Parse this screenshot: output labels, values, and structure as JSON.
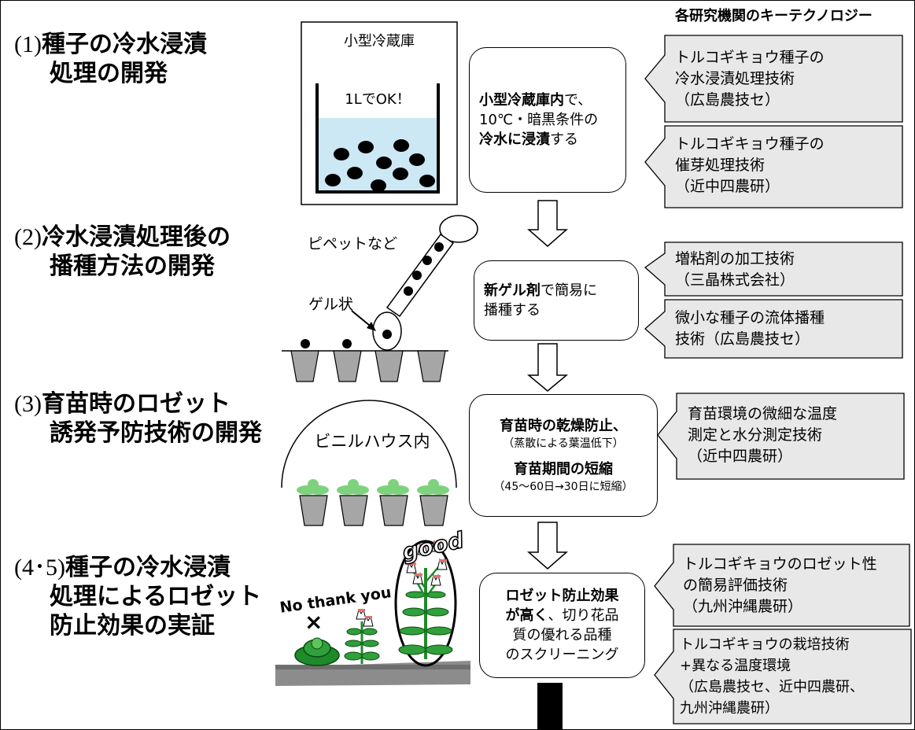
{
  "header": {
    "key_tech_title": "各研究機関のキーテクノロジー"
  },
  "steps": [
    {
      "number": "(1)",
      "line1": "種子の冷水浸漬",
      "line2": "処理の開発"
    },
    {
      "number": "(2)",
      "line1": "冷水浸漬処理後の",
      "line2": "播種方法の開発"
    },
    {
      "number": "(3)",
      "line1": "育苗時のロゼット",
      "line2": "誘発予防技術の開発"
    },
    {
      "number": "(4･5)",
      "line1": "種子の冷水浸漬",
      "line2": "処理によるロゼット",
      "line3": "防止効果の実証"
    }
  ],
  "illustrations": {
    "fridge_label": "小型冷蔵庫",
    "water_label": "1LでOK！",
    "pipette_label": "ピペットなど",
    "gel_label": "ゲル状",
    "greenhouse_label": "ビニルハウス内",
    "no_thank_you": "No thank you",
    "cross_mark": "×",
    "good": "good"
  },
  "process": {
    "box1": {
      "a": "小型冷蔵庫内",
      "b": "で、",
      "c": "10℃・暗黒条件の",
      "d": "冷水に浸漬",
      "e": "する"
    },
    "box2": {
      "a": "新ゲル剤",
      "b": "で簡易に",
      "c": "播種する"
    },
    "box3": {
      "a": "育苗時の乾燥防止、",
      "b": "（蒸散による葉温低下）",
      "c": "育苗期間の短縮",
      "d": "（45～60日→30日に短縮）"
    },
    "box4": {
      "a": "ロゼット防止効果",
      "b": "が高く",
      "c": "、切り花品",
      "d": "質の優れる品種",
      "e": "のスクリーニング"
    }
  },
  "key_technologies": [
    {
      "line1": "トルコギキョウ種子の",
      "line2": "冷水浸漬処理技術",
      "line3": "（広島農技セ）"
    },
    {
      "line1": "トルコギキョウ種子の",
      "line2": "催芽処理技術",
      "line3": "（近中四農研）"
    },
    {
      "line1": "増粘剤の加工技術",
      "line2": "（三晶株式会社）"
    },
    {
      "line1": "微小な種子の流体播種",
      "line2": "技術（広島農技セ）"
    },
    {
      "line1": "育苗環境の微細な温度",
      "line2": "測定と水分測定技術",
      "line3": "（近中四農研）"
    },
    {
      "line1": "トルコギキョウのロゼット性",
      "line2": "の簡易評価技術",
      "line3": "（九州沖縄農研）"
    },
    {
      "line1": "トルコギキョウの栽培技術",
      "line2": "+異なる温度環境",
      "line3": "（広島農技セ、近中四農研、",
      "line4": "九州沖縄農研）"
    }
  ],
  "colors": {
    "water": "#cce8f4",
    "panel": "#e8e8e8",
    "pot": "#a6a6a6",
    "seedling": "#7ed27e",
    "plant": "#1f8a2a",
    "flower": "#e07070"
  }
}
